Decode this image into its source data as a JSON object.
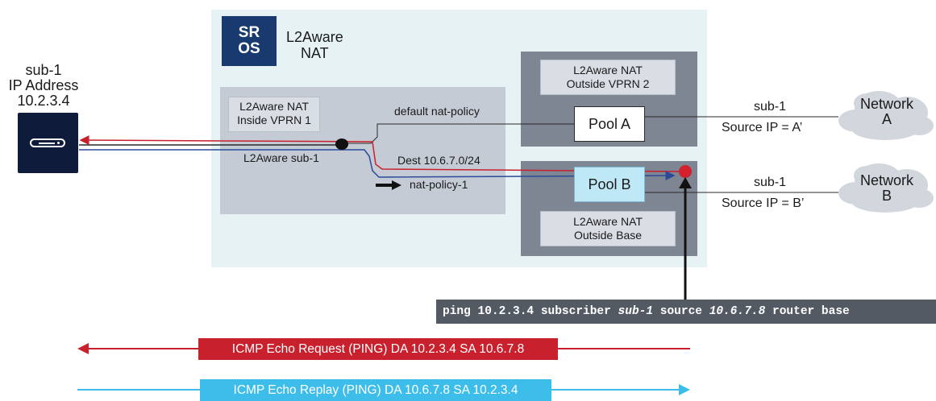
{
  "logo": {
    "line1": "SR",
    "line2": "OS"
  },
  "title": {
    "line1": "L2Aware",
    "line2": "NAT"
  },
  "subscriber": {
    "line1": "sub-1",
    "line2": "IP Address",
    "line3": "10.2.3.4"
  },
  "inside_box": {
    "line1": "L2Aware NAT",
    "line2": "Inside VPRN 1"
  },
  "outside_vprn2": {
    "line1": "L2Aware NAT",
    "line2": "Outside VPRN 2"
  },
  "outside_base": {
    "line1": "L2Aware NAT",
    "line2": "Outside Base"
  },
  "pools": {
    "a": "Pool A",
    "b": "Pool B"
  },
  "labels": {
    "default_policy": "default nat-policy",
    "dest": "Dest 10.6.7.0/24",
    "sub_link": "L2Aware sub-1",
    "nat_policy1": "nat-policy-1",
    "sub1_a": "sub-1",
    "source_a": "Source IP = A’",
    "sub1_b": "sub-1",
    "source_b": "Source IP = B’"
  },
  "networks": {
    "a": {
      "line1": "Network",
      "line2": "A"
    },
    "b": {
      "line1": "Network",
      "line2": "B"
    }
  },
  "command": {
    "p1": "ping 10.2.3.4 subscriber ",
    "p2": "sub-1",
    "p3": " source ",
    "p4": "10.6.7.8",
    "p5": " router base"
  },
  "request_label": "ICMP Echo Request (PING) DA 10.2.3.4 SA 10.6.7.8",
  "reply_label": "ICMP Echo Replay (PING) DA 10.6.7.8 SA 10.2.3.4",
  "colors": {
    "red": "#c8202c",
    "blue": "#2b4a9a",
    "cyan": "#3dbde9",
    "navy": "#183a6e"
  }
}
